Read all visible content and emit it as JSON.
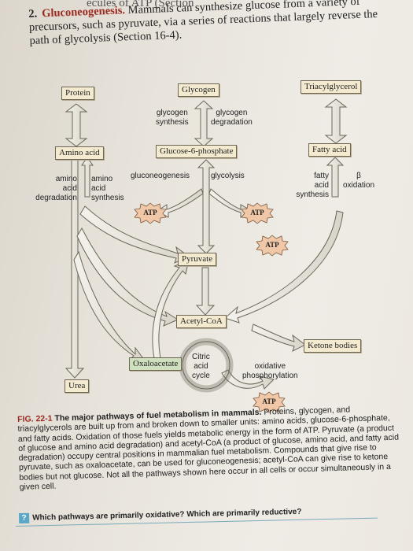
{
  "page": {
    "top_fragment": "ecules of ATP (Section",
    "problem_number": "2.",
    "problem_heading": "Gluconeogenesis.",
    "problem_text": "Mammals can synthesize glucose from a variety of precursors, such as pyruvate, via a series of reactions that largely reverse the path of glycolysis (Section 16-4)."
  },
  "diagram": {
    "boxes": {
      "protein": "Protein",
      "glycogen": "Glycogen",
      "triacylglycerol": "Triacylglycerol",
      "amino_acid": "Amino acid",
      "glucose6p": "Glucose-6-phosphate",
      "fatty_acid": "Fatty acid",
      "pyruvate": "Pyruvate",
      "acetyl_coa": "Acetyl-CoA",
      "ketone_bodies": "Ketone bodies",
      "oxaloacetate": "Oxaloacetate",
      "urea": "Urea"
    },
    "labels": {
      "glycogen_synthesis": [
        "glycogen",
        "synthesis"
      ],
      "glycogen_degradation": [
        "glycogen",
        "degradation"
      ],
      "amino_acid_degradation": [
        "amino",
        "acid",
        "degradation"
      ],
      "amino_acid_synthesis": [
        "amino",
        "acid",
        "synthesis"
      ],
      "gluconeogenesis": "gluconeogenesis",
      "glycolysis": "glycolysis",
      "fatty_acid_synthesis": [
        "fatty",
        "acid",
        "synthesis"
      ],
      "beta_oxidation": [
        "β",
        "oxidation"
      ],
      "citric_acid_cycle": [
        "Citric",
        "acid",
        "cycle"
      ],
      "oxidative_phosphorylation": [
        "oxidative",
        "phosphorylation"
      ]
    },
    "atp_label": "ATP"
  },
  "caption": {
    "fig_number": "FIG. 22-1",
    "fig_title": "The major pathways of fuel metabolism in mammals.",
    "fig_body": "Proteins, glycogen, and triacylglycerols are built up from and broken down to smaller units: amino acids, glucose-6-phosphate, and fatty acids. Oxidation of those fuels yields metabolic energy in the form of ATP. Pyruvate (a product of glucose and amino acid degradation) and acetyl-CoA (a product of glucose, amino acid, and fatty acid degradation) occupy central positions in mammalian fuel metabolism. Compounds that give rise to pyruvate, such as oxaloacetate, can be used for gluconeogenesis; acetyl-CoA can give rise to ketone bodies but not glucose. Not all the pathways shown here occur in all cells or occur simultaneously in a given cell."
  },
  "question": {
    "mark": "?",
    "text": "Which pathways are primarily oxidative? Which are primarily reductive?"
  },
  "colors": {
    "heading_red": "#9a2a20",
    "box_fill": "#f3ead0",
    "box_green": "#cfe0bf",
    "arrow_fill": "#e9e6dd",
    "atp_fill": "#f0c8a8",
    "question_blue": "#5aa6c7"
  }
}
